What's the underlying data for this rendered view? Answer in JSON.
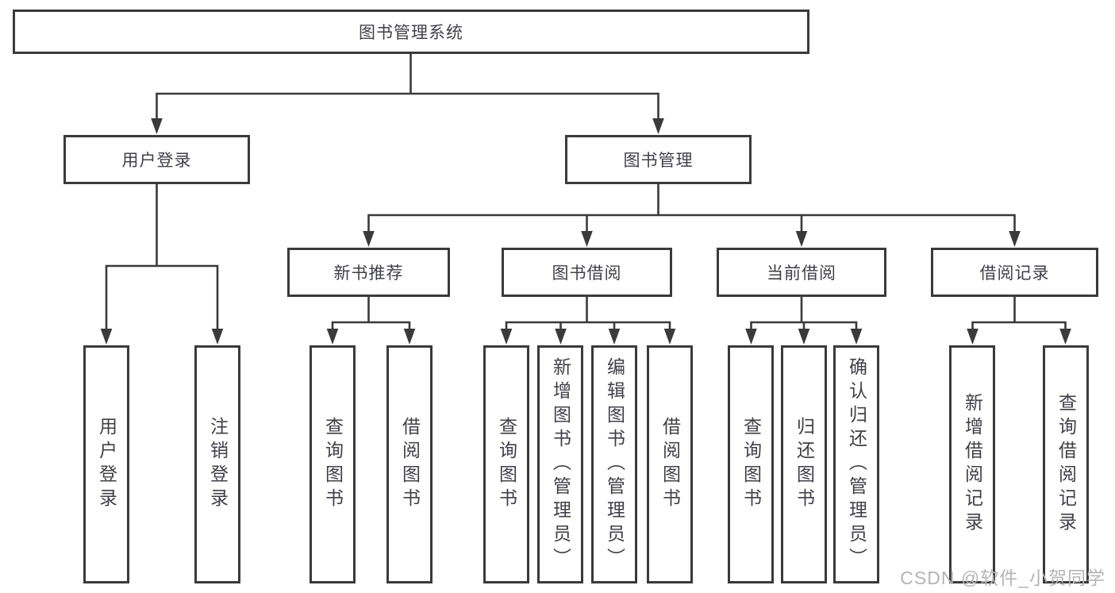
{
  "tree": {
    "root": "图书管理系统",
    "user_login_branch": {
      "label": "用户登录",
      "children": [
        "用户登录",
        "注销登录"
      ]
    },
    "book_mgmt_branch": {
      "label": "图书管理",
      "sections": [
        {
          "label": "新书推荐",
          "children": [
            "查询图书",
            "借阅图书"
          ]
        },
        {
          "label": "图书借阅",
          "children": [
            "查询图书",
            "新增图书（管理员）",
            "编辑图书（管理员）",
            "借阅图书"
          ]
        },
        {
          "label": "当前借阅",
          "children": [
            "查询图书",
            "归还图书",
            "确认归还（管理员）"
          ]
        },
        {
          "label": "借阅记录",
          "children": [
            "新增借阅记录",
            "查询借阅记录"
          ]
        }
      ]
    }
  },
  "watermark": "CSDN @软件_小贺同学",
  "colors": {
    "line": "#3a3a3a",
    "text": "#40404a",
    "watermark": "#b5b5b5",
    "background": "#ffffff"
  }
}
